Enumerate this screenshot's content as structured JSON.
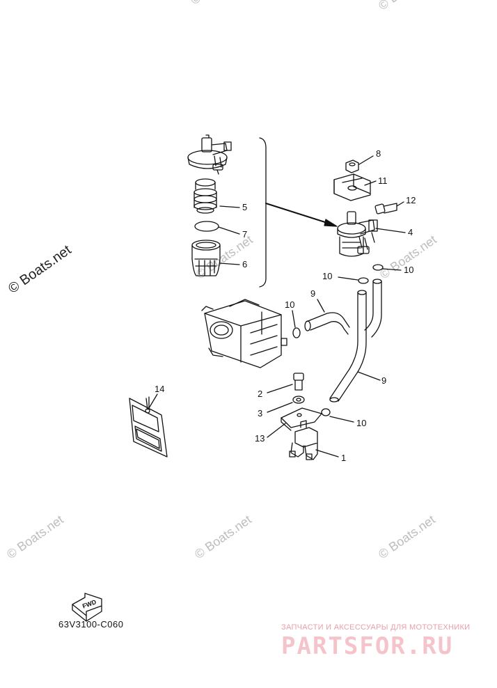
{
  "diagram": {
    "code": "63V3100-C060",
    "fwd_label": "FWD"
  },
  "callouts": {
    "c1": "1",
    "c2": "2",
    "c3": "3",
    "c4": "4",
    "c5": "5",
    "c6": "6",
    "c7": "7",
    "c8": "8",
    "c9a": "9",
    "c9b": "9",
    "c10a": "10",
    "c10b": "10",
    "c10c": "10",
    "c10d": "10",
    "c11": "11",
    "c12": "12",
    "c13": "13",
    "c14": "14"
  },
  "watermarks": {
    "main": "© Boats.net",
    "faint": "© Boats.net"
  },
  "shop": {
    "tagline": "ЗАПЧАСТИ И АКСЕССУАРЫ ДЛЯ МОТОТЕХНИКИ",
    "logo": "PARTSFOR.RU"
  },
  "colors": {
    "line": "#111111",
    "watermark": "#bdbdbd",
    "shop_logo": "#f4c4ca"
  }
}
